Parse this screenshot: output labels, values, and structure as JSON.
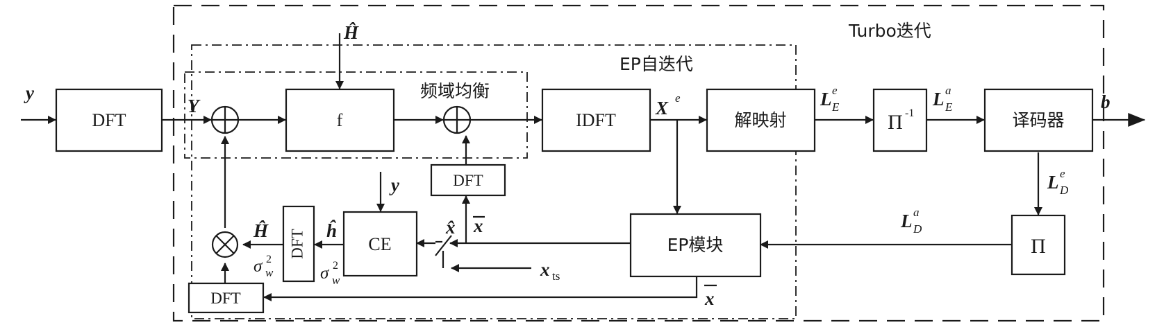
{
  "regions": {
    "turbo": "Turbo迭代",
    "ep_self": "EP自迭代",
    "freq_eq": "频域均衡"
  },
  "blocks": {
    "dft_in": "DFT",
    "f": "f",
    "idft": "IDFT",
    "demap": "解映射",
    "deinterleaver": "Π",
    "deinterleaver_sup": "-1",
    "decoder": "译码器",
    "interleaver": "Π",
    "ep_module": "EP模块",
    "ce": "CE",
    "dft_xbar": "DFT",
    "dft_h": "DFT",
    "dft_sigma": "DFT"
  },
  "signals": {
    "y_in": "y",
    "Y": "Y",
    "H_hat_top": "Ĥ",
    "X": "X",
    "X_sup": "e",
    "L": "L",
    "LEe_sup": "e",
    "LEe_sub": "E",
    "LEa_sup": "a",
    "LEa_sub": "E",
    "LDe_sup": "e",
    "LDe_sub": "D",
    "LDa_sup": "a",
    "LDa_sub": "D",
    "b": "b",
    "y_ce": "y",
    "x_hat": "x̂",
    "x_bar": "x",
    "x_ts": "x",
    "x_ts_sub": "ts",
    "h_hat": "ĥ",
    "H_hat_left": "Ĥ",
    "sigma": "σ",
    "sigma_sup": "2",
    "sigma_sub": "w"
  }
}
